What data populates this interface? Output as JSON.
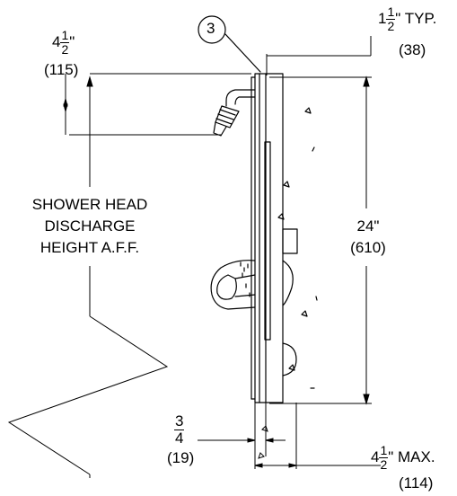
{
  "callout": {
    "number": "3"
  },
  "dim_top_right": {
    "whole": "1",
    "num": "1",
    "den": "2",
    "suffix": "\" TYP.",
    "metric": "(38)"
  },
  "dim_top_left": {
    "whole": "4",
    "num": "1",
    "den": "2",
    "suffix": "\"",
    "metric": "(115)"
  },
  "shower_label": {
    "line1": "SHOWER HEAD",
    "line2": "DISCHARGE",
    "line3": "HEIGHT A.F.F."
  },
  "dim_height": {
    "imperial": "24\"",
    "metric": "(610)"
  },
  "dim_depth": {
    "num": "3",
    "den": "4",
    "metric": "(19)"
  },
  "dim_max": {
    "whole": "4",
    "num": "1",
    "den": "2",
    "suffix": "\" MAX.",
    "metric": "(114)"
  }
}
